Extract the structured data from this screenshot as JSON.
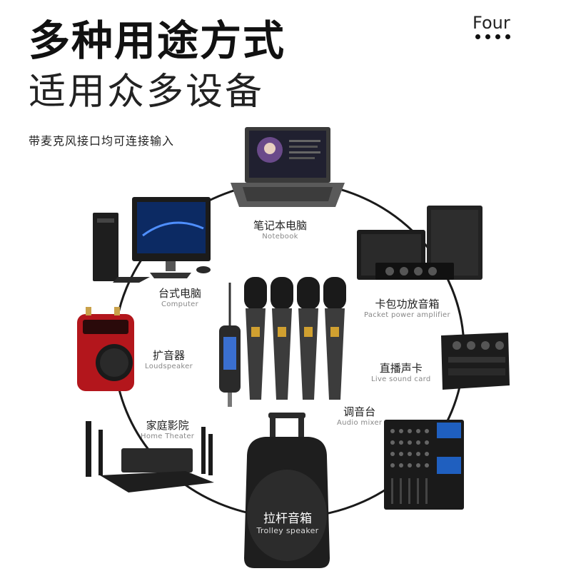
{
  "header": {
    "title_line1": "多种用途方式",
    "title_line2": "适用众多设备",
    "subtitle": "带麦克风接口均可连接输入",
    "section_label": "Four"
  },
  "devices": [
    {
      "cn": "笔记本电脑",
      "en": "Notebook"
    },
    {
      "cn": "台式电脑",
      "en": "Computer"
    },
    {
      "cn": "卡包功放音箱",
      "en": "Packet power amplifier"
    },
    {
      "cn": "扩音器",
      "en": "Loudspeaker"
    },
    {
      "cn": "直播声卡",
      "en": "Live sound card"
    },
    {
      "cn": "家庭影院",
      "en": "Home Theater"
    },
    {
      "cn": "调音台",
      "en": "Audio mixer"
    },
    {
      "cn": "拉杆音箱",
      "en": "Trolley speaker"
    }
  ],
  "colors": {
    "ring": "#1a1a1a",
    "loudspeaker_red": "#b3161c",
    "mixer_blue": "#1f5fbf",
    "mic_dark": "#2a2a2a"
  }
}
